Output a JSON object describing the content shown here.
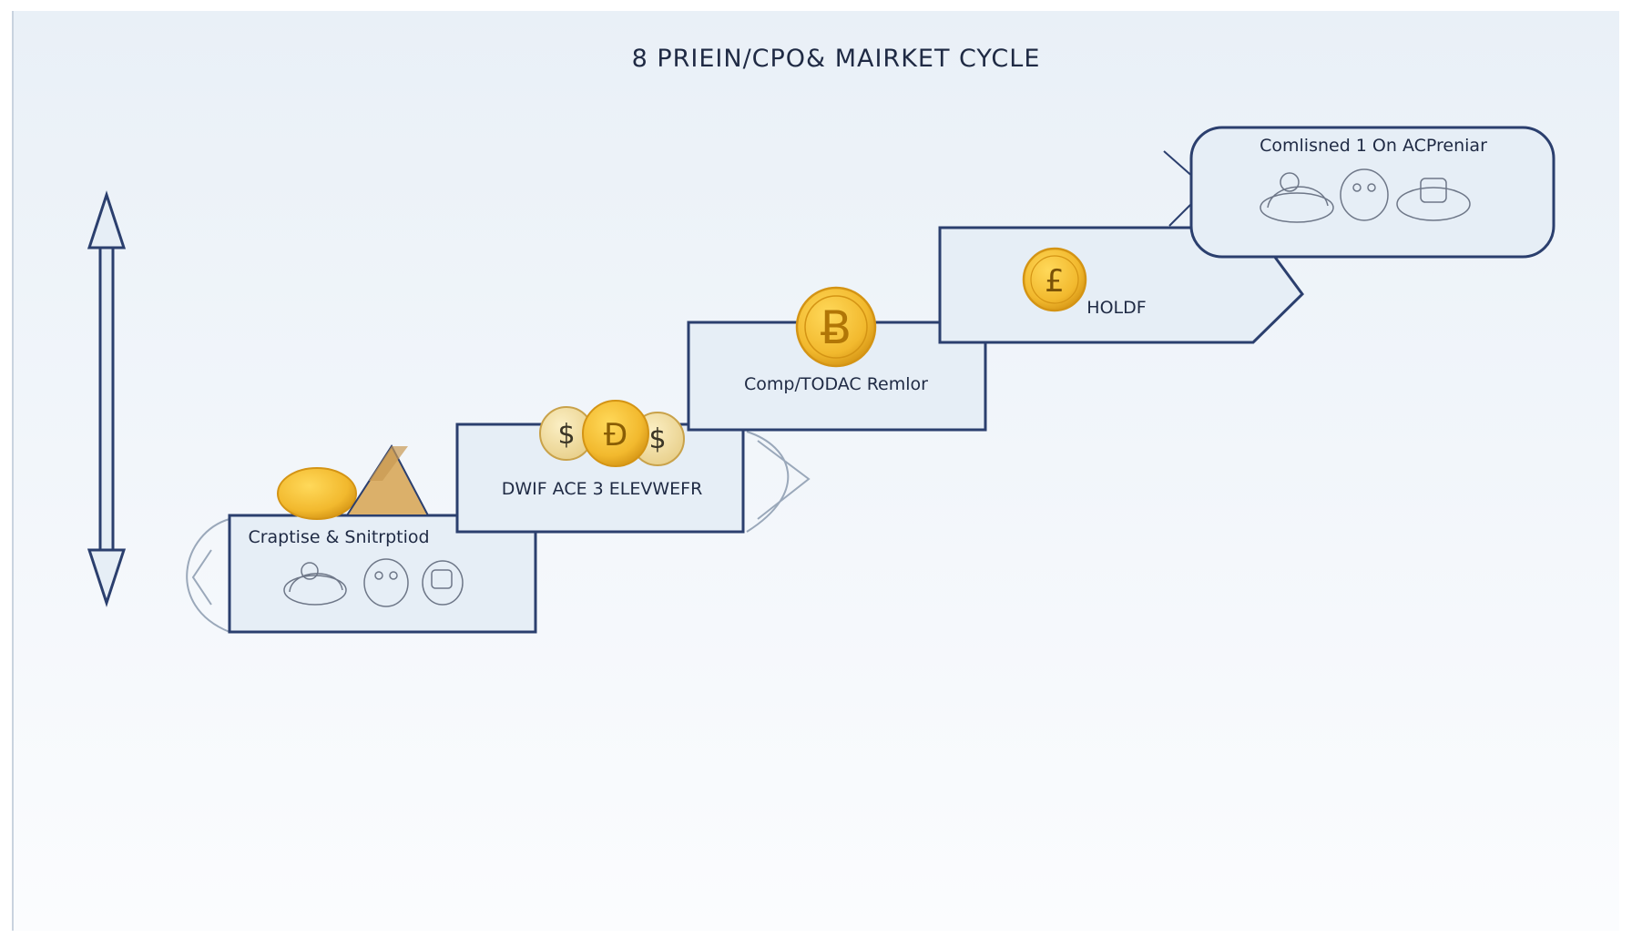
{
  "title": "8 PRIEIN/CPO& MAIRKET CYCLE",
  "stages": [
    {
      "label": "Craptise & Snitrptiod",
      "icon": "piggy-bank-icons"
    },
    {
      "label": "DWIF ACE 3 ELEVWEFR",
      "icon": "three-coins-icon",
      "coin_glyphs": [
        "$",
        "Ɖ",
        "$"
      ]
    },
    {
      "label": "Comp/TODAC Remlor",
      "icon": "bitcoin-coin-icon",
      "coin_glyph": "Ƀ"
    },
    {
      "label": "HOLDF",
      "icon": "pound-coin-icon",
      "coin_glyph": "£"
    },
    {
      "label": "Comlisned 1 On ACPreniar",
      "icon": "piggy-bank-icons"
    }
  ],
  "colors": {
    "outline": "#2b3f6e",
    "box_fill": "#e6eef6",
    "coin": "#f2b92e",
    "coin_dark": "#d49414",
    "background_top": "#e9f0f7",
    "background_bottom": "#fbfcfe"
  }
}
